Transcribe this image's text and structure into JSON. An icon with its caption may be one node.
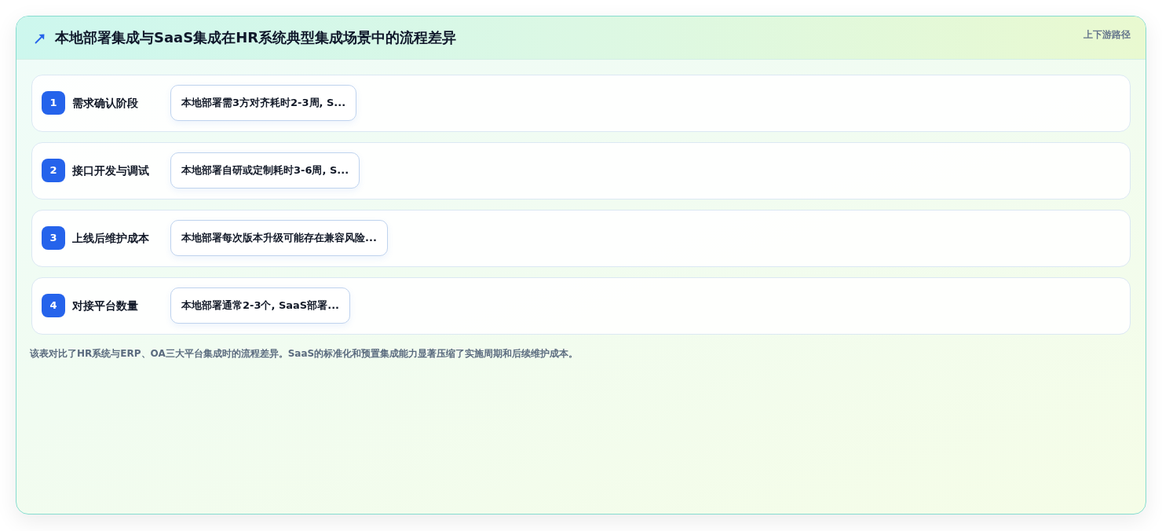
{
  "diagram": {
    "title": "本地部署集成与SaaS集成在HR系统典型集成场景中的流程差异",
    "caption": "该表对比了HR系统与ERP、OA三大平台集成时的流程差异。SaaS的标准化和预置集成能力显著压缩了实施周期和后续维护成本。",
    "nodes": [
      {
        "text": [
          "需求确认阶段"
        ]
      },
      {
        "text": [
          "1"
        ],
        "in": 0
      },
      {
        "text": [
          "本地部署需3方对齐耗时2-3周, S..."
        ],
        "in": 0
      },
      {
        "text": [
          "接口开发与调试"
        ]
      },
      {
        "text": [
          "2"
        ],
        "in": 3
      },
      {
        "text": [
          "本地部署自研或定制耗时3-6周, S..."
        ],
        "in": 3
      },
      {
        "text": [
          "上线后维护成本"
        ]
      },
      {
        "text": [
          "3"
        ],
        "in": 6
      },
      {
        "text": [
          "本地部署每次版本升级可能存在兼容风险..."
        ],
        "in": 6
      },
      {
        "text": [
          "对接平台数量"
        ]
      },
      {
        "text": [
          "4"
        ],
        "in": 9
      },
      {
        "text": [
          "本地部署通常2-3个, SaaS部署..."
        ],
        "in": 9
      }
    ],
    "labels": [
      "上下游路径"
    ]
  }
}
